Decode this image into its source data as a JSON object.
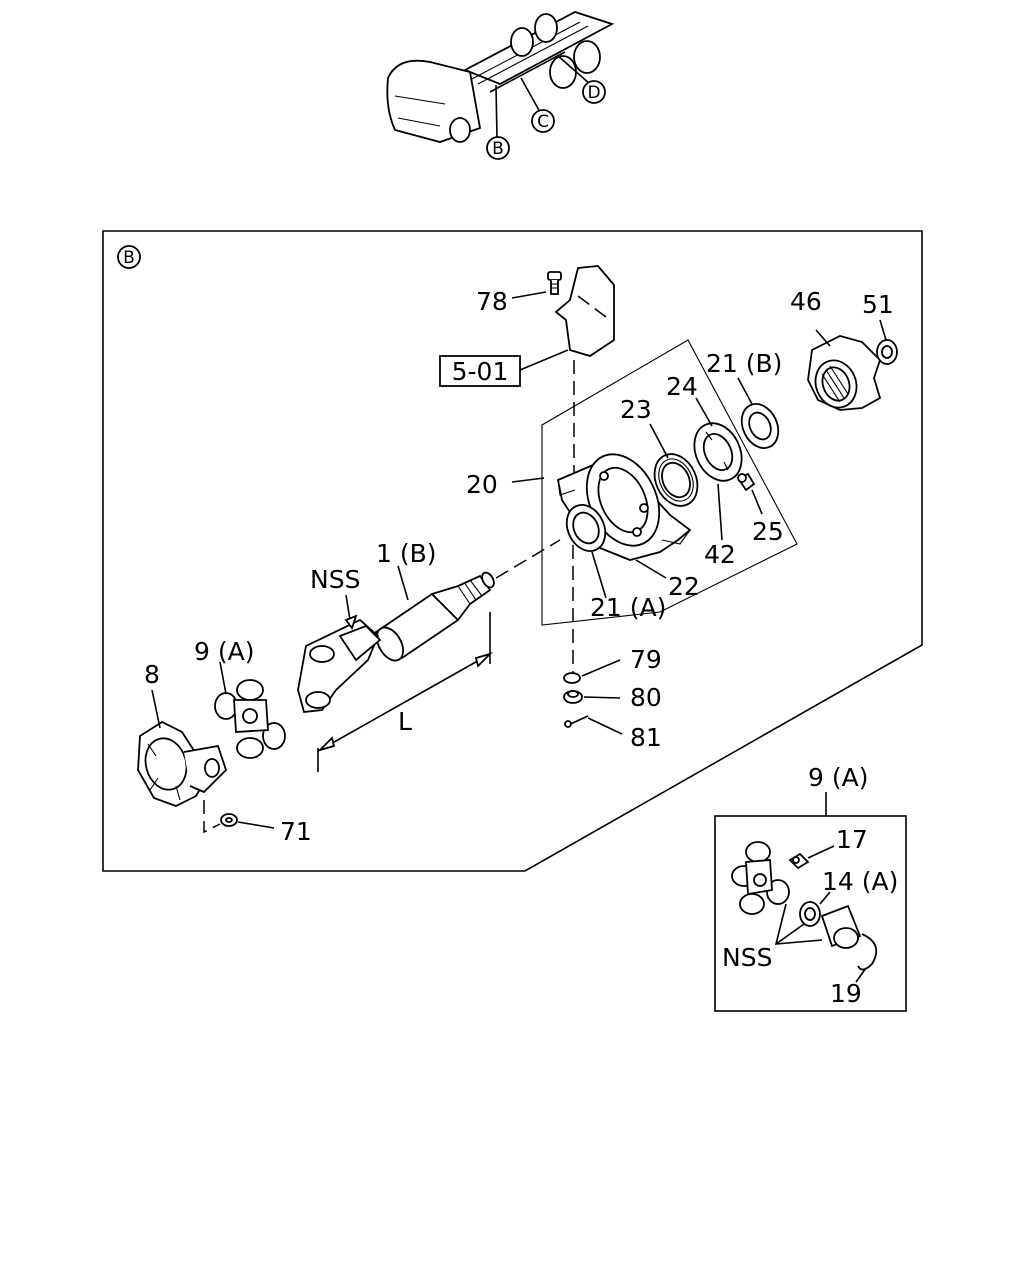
{
  "overview": {
    "callouts": [
      "B",
      "C",
      "D"
    ]
  },
  "panel_b": {
    "tag": "B",
    "labels": {
      "p78": "78",
      "p501": "5-01",
      "p46": "46",
      "p51": "51",
      "p21b": "21 (B)",
      "p24": "24",
      "p23": "23",
      "p20": "20",
      "p25": "25",
      "p42": "42",
      "p22": "22",
      "p21a": "21 (A)",
      "p1b": "1 (B)",
      "nss": "NSS",
      "p9a": "9 (A)",
      "p8": "8",
      "L": "L",
      "p79": "79",
      "p80": "80",
      "p81": "81",
      "p71": "71"
    }
  },
  "detail_9a": {
    "title": "9 (A)",
    "labels": {
      "p17": "17",
      "p14a": "14 (A)",
      "nss": "NSS",
      "p19": "19"
    }
  }
}
